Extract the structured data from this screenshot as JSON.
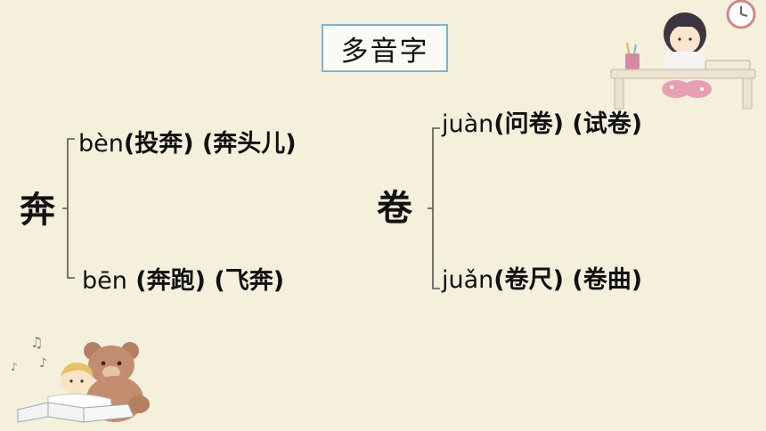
{
  "title": "多音字",
  "groups": [
    {
      "char": "奔",
      "readings": [
        {
          "pinyin": "bèn",
          "words": "(投奔) (奔头儿)"
        },
        {
          "pinyin": "bēn",
          "words": " (奔跑) (飞奔)"
        }
      ]
    },
    {
      "char": "卷",
      "readings": [
        {
          "pinyin": "juàn",
          "words": "(问卷) (试卷)"
        },
        {
          "pinyin": "juǎn",
          "words": "(卷尺) (卷曲)"
        }
      ]
    }
  ],
  "icons": {
    "clock": "clock-icon",
    "girl": "girl-studying-illustration",
    "bear": "teddy-bear-illustration",
    "boy": "boy-reading-illustration",
    "notes": "music-notes-icon"
  },
  "colors": {
    "background": "#f4f0dc",
    "title_border": "#7fb2cf",
    "brace": "#555555"
  }
}
